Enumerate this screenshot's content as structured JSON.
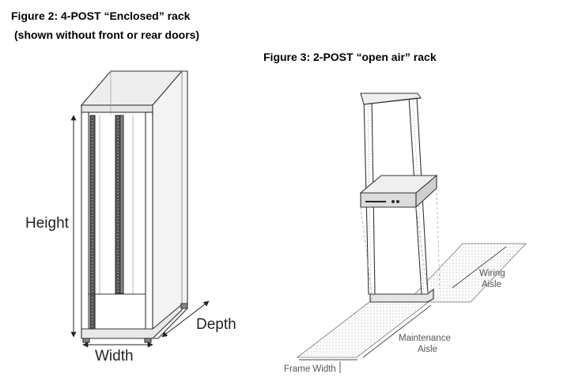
{
  "figure2": {
    "caption_line1": "Figure 2: 4-POST “Enclosed” rack",
    "caption_line2": "(shown without front or rear doors)",
    "labels": {
      "height": "Height",
      "depth": "Depth",
      "width": "Width"
    }
  },
  "figure3": {
    "caption": "Figure 3: 2-POST “open air” rack",
    "labels": {
      "wiring_aisle_1": "Wiring",
      "wiring_aisle_2": "Aisle",
      "maintenance_aisle_1": "Maintenance",
      "maintenance_aisle_2": "Aisle",
      "frame_width": "Frame Width"
    }
  }
}
